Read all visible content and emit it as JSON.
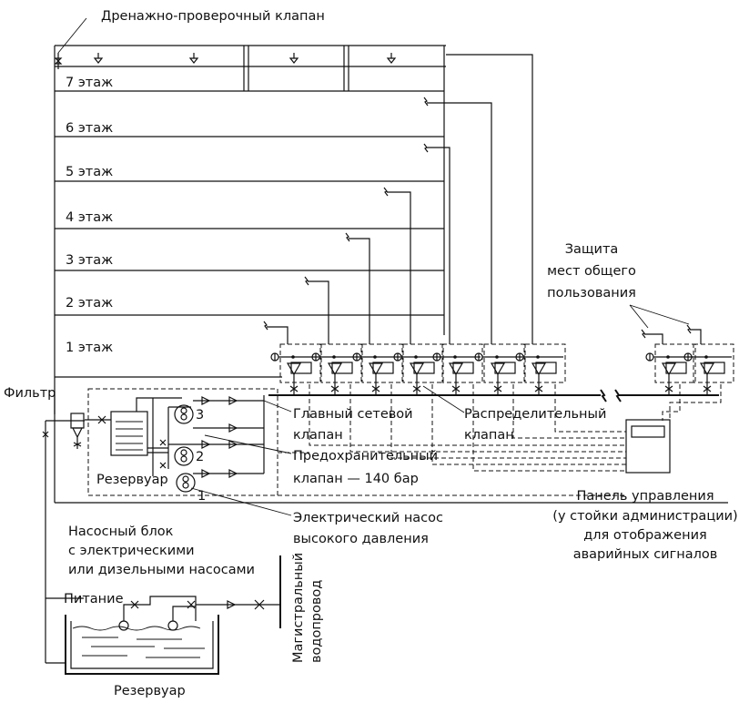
{
  "diagram": {
    "floors": [
      "7 этаж",
      "6 этаж",
      "5 этаж",
      "4 этаж",
      "3 этаж",
      "2 этаж",
      "1 этаж"
    ],
    "labels": {
      "drain_valve": "Дренажно-проверочный клапан",
      "filter": "Фильтр",
      "reservoir_small": "Резервуар",
      "pump_numbers": [
        "3",
        "2",
        "1"
      ],
      "main_valve": [
        "Главный сетевой",
        "клапан"
      ],
      "relief_valve": [
        "Предохранительный",
        "клапан — 140 бар"
      ],
      "electric_pump": [
        "Электрический насос",
        "высокого давления"
      ],
      "distribution_valve": [
        "Распределительный",
        "клапан"
      ],
      "common_areas": [
        "Защита",
        "мест общего",
        "пользования"
      ],
      "control_panel": [
        "Панель управления",
        "(у стойки администрации)",
        "для отображения",
        "аварийных сигналов"
      ],
      "pump_unit": [
        "Насосный блок",
        "с электрическими",
        "или дизельными насосами"
      ],
      "supply": "Питание",
      "water_main": [
        "Магистральный",
        "водопровод"
      ],
      "reservoir_main": "Резервуар"
    }
  }
}
